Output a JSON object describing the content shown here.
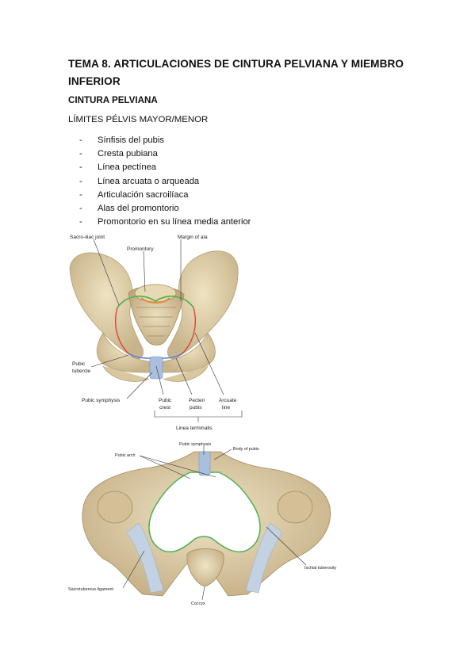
{
  "title": "TEMA 8. ARTICULACIONES DE CINTURA PELVIANA Y MIEMBRO INFERIOR",
  "section": "CINTURA PELVIANA",
  "subsection": "LÍMITES PÉLVIS MAYOR/MENOR",
  "list_items": [
    "Sínfisis del pubis",
    "Cresta pubiana",
    "Línea pectínea",
    "Línea arcuata o arqueada",
    "Articulación sacroilíaca",
    "Alas del promontorio",
    "Promontorio en su línea media anterior"
  ],
  "figure1": {
    "labels": {
      "sacroiliac": "Sacro-iliac joint",
      "promontory": "Promontory",
      "margin_ala": "Margin of ala",
      "pubic_tubercle_1": "Pubic",
      "pubic_tubercle_2": "tubercle",
      "pubic_symphysis": "Pubic symphysis",
      "pubic_crest_1": "Pubic",
      "pubic_crest_2": "crest",
      "pecten_1": "Pecten",
      "pecten_2": "pubis",
      "arcuate_1": "Arcuate",
      "arcuate_2": "line",
      "linea_terminalis": "Linea terminalis"
    }
  },
  "figure2": {
    "labels": {
      "pubic_symphysis": "Pubic symphysis",
      "body_pubis": "Body of pubis",
      "pubic_arch": "Pubic arch",
      "ischial_tuberosity": "Ischial tuberosity",
      "sacrotuberous": "Sacrotuberous ligament",
      "coccyx": "Coccyx"
    }
  },
  "colors": {
    "bone": "#e3d5b0",
    "bone_shade": "#c9b78f",
    "green_line": "#4caf50",
    "red_line": "#d9443a",
    "blue_line": "#5a7fd6",
    "ligament": "#c3d2e2",
    "cartilage": "#a9bfe0"
  }
}
